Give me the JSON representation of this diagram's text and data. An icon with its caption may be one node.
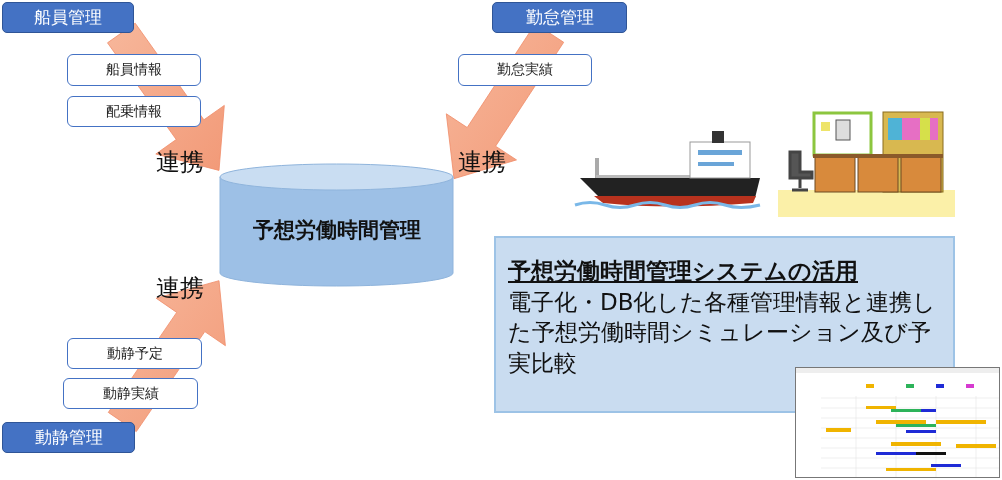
{
  "diagram": {
    "nodes": [
      {
        "text": [
          "船員管理"
        ]
      },
      {
        "text": [
          "勤怠管理"
        ]
      },
      {
        "text": [
          "船員情報"
        ]
      },
      {
        "text": [
          "勤怠実績"
        ]
      },
      {
        "text": [
          "配乗情報"
        ]
      },
      {
        "text": [
          "予想労働時間管理"
        ]
      },
      {
        "text": [
          "予想労働時間管理システムの活用",
          "電子化・DB化した各種管理情報と連携した予想労働時間シミュレーション及び予実比較"
        ]
      },
      {
        "text": [
          "動静予定"
        ]
      },
      {
        "text": [
          "動静実績"
        ]
      },
      {
        "text": [
          "動静管理"
        ]
      }
    ],
    "edges": [
      {
        "from": 0,
        "to": 5,
        "arrow": "to",
        "label": "連携",
        "style": "thick"
      },
      {
        "from": 1,
        "to": 5,
        "arrow": "to",
        "label": "連携",
        "style": "thick"
      },
      {
        "from": 9,
        "to": 5,
        "arrow": "to",
        "label": "連携",
        "style": "thick"
      }
    ]
  }
}
